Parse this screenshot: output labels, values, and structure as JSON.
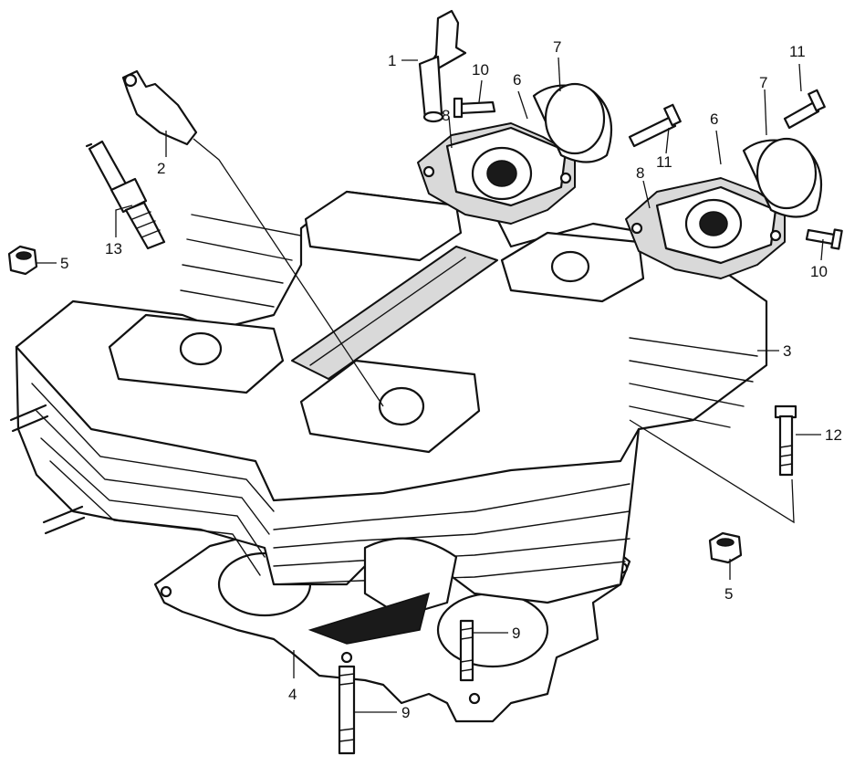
{
  "callouts": [
    {
      "id": "c1",
      "label": "1"
    },
    {
      "id": "c2",
      "label": "2"
    },
    {
      "id": "c3",
      "label": "3"
    },
    {
      "id": "c4",
      "label": "4"
    },
    {
      "id": "c5a",
      "label": "5"
    },
    {
      "id": "c5b",
      "label": "5"
    },
    {
      "id": "c6a",
      "label": "6"
    },
    {
      "id": "c6b",
      "label": "6"
    },
    {
      "id": "c7a",
      "label": "7"
    },
    {
      "id": "c7b",
      "label": "7"
    },
    {
      "id": "c8a",
      "label": "8"
    },
    {
      "id": "c8b",
      "label": "8"
    },
    {
      "id": "c9a",
      "label": "9"
    },
    {
      "id": "c9b",
      "label": "9"
    },
    {
      "id": "c10a",
      "label": "10"
    },
    {
      "id": "c10b",
      "label": "10"
    },
    {
      "id": "c11a",
      "label": "11"
    },
    {
      "id": "c11b",
      "label": "11"
    },
    {
      "id": "c12",
      "label": "12"
    },
    {
      "id": "c13",
      "label": "13"
    }
  ]
}
